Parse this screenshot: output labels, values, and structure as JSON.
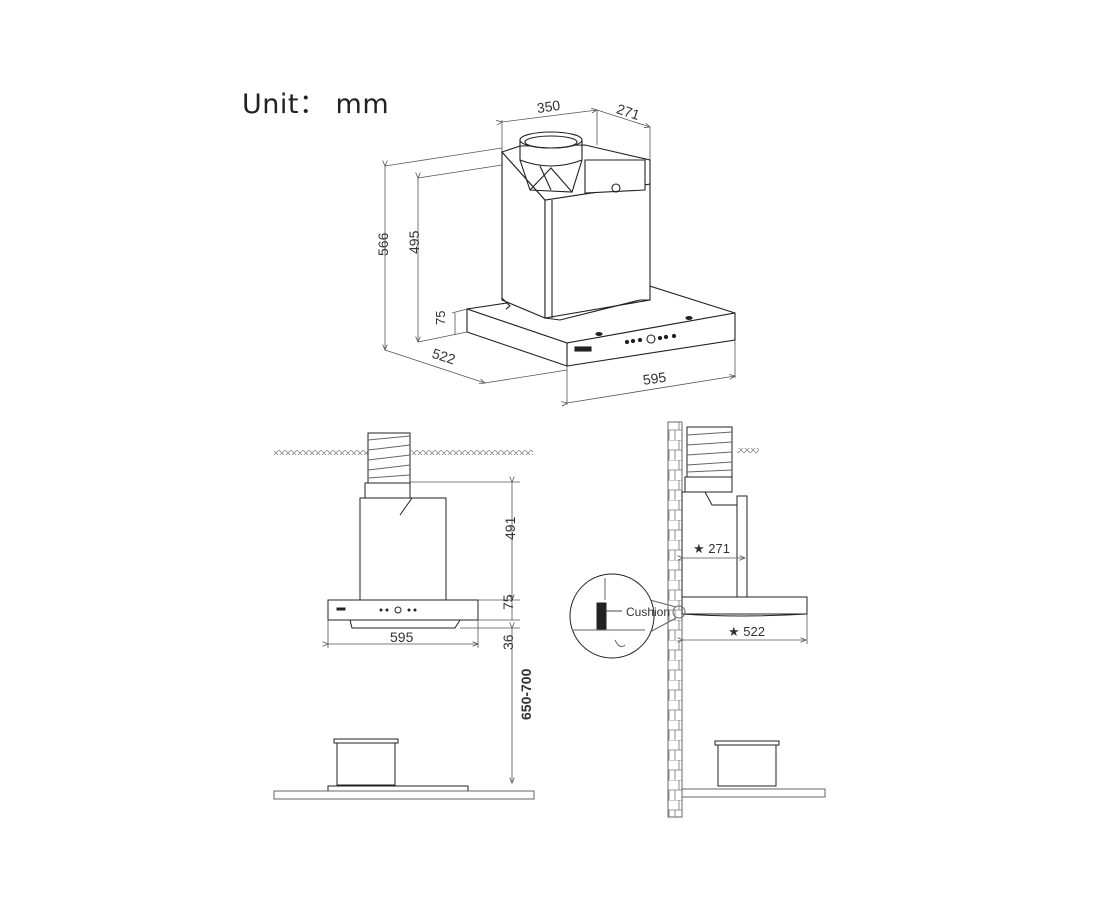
{
  "unit": {
    "label": "Unit： mm"
  },
  "iso_view": {
    "dims": {
      "chimney_width": "350",
      "chimney_depth": "271",
      "total_height": "566",
      "chimney_height": "495",
      "canopy_height": "75",
      "canopy_depth": "522",
      "canopy_width": "595"
    }
  },
  "front_view": {
    "dims": {
      "chimney_height": "491",
      "canopy_height": "75",
      "canopy_width": "595",
      "lip": "36",
      "install_height": "650-700"
    }
  },
  "side_view": {
    "dims": {
      "chimney_depth": "★ 271",
      "canopy_depth": "★ 522"
    },
    "callout": {
      "label": "Cushion"
    }
  },
  "colors": {
    "line": "#222222",
    "dim_line": "#555555",
    "accent_red": "#c0392b"
  }
}
